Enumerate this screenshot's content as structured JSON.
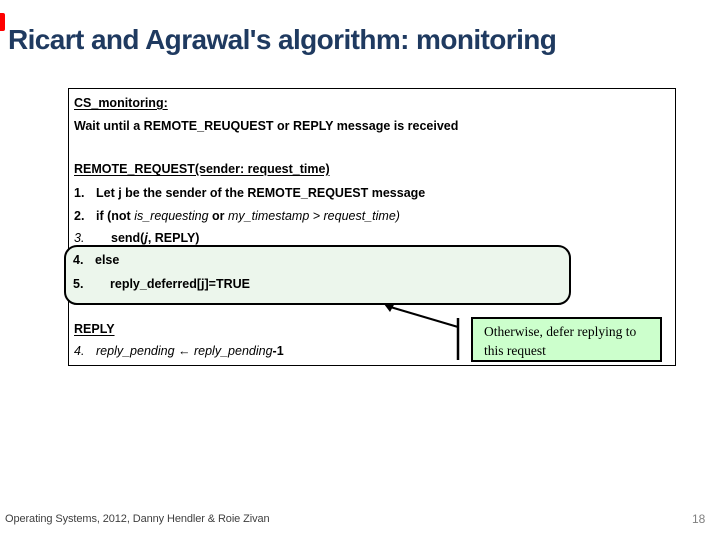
{
  "slide": {
    "title": "Ricart and Agrawal's algorithm: monitoring",
    "footer": "Operating Systems, 2012, Danny Hendler & Roie Zivan",
    "page_number": "18"
  },
  "code_box": {
    "cs_header": "CS_monitoring:",
    "wait_line": "Wait until a REMOTE_REUQUEST or REPLY message is received",
    "remote_request_header": "REMOTE_REQUEST(sender: request_time)",
    "step1": {
      "num": "1.",
      "text": "Let j be the sender of the REMOTE_REQUEST message"
    },
    "step2": {
      "num": "2.",
      "if_part": "if (not ",
      "var1": "is_requesting",
      "or_part": " or ",
      "var2": "my_timestamp > request_time)"
    },
    "step3": {
      "num": "3.",
      "send_part": "send(",
      "var": "j",
      "rest": ", REPLY)"
    },
    "step4": {
      "num": "4.",
      "text": "else"
    },
    "step5": {
      "num": "5.",
      "text": "reply_deferred[j]=TRUE"
    },
    "reply_header": "REPLY",
    "reply_step": {
      "num": "4.",
      "var1": "reply_pending ",
      "arrow": "←",
      "var2": " reply_pending",
      "suffix": "-1"
    }
  },
  "callout": {
    "text": "Otherwise, defer replying to this request"
  },
  "colors": {
    "title_text": "#1f3a60",
    "highlight_fill": "#ecf6ec",
    "callout_fill": "#ccffcc",
    "accent_red": "#fe0000",
    "footer_text": "#3f3f3f",
    "page_number": "#808080"
  }
}
